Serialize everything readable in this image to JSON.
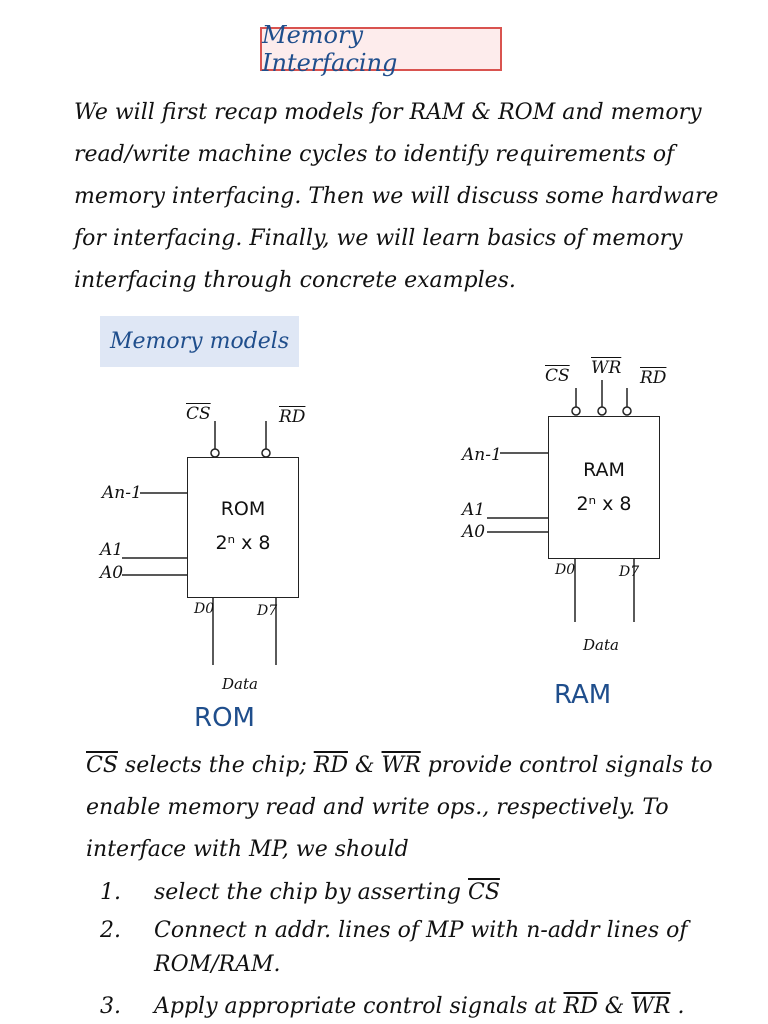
{
  "title": "Memory Interfacing",
  "intro": "We will first recap models for RAM & ROM and memory read/write machine cycles to identify requirements of memory interfacing. Then we will discuss some hardware for interfacing. Finally, we will learn basics of memory interfacing through concrete examples.",
  "section_heading": "Memory models",
  "rom": {
    "cs": "CS",
    "rd": "RD",
    "addr_high": "An-1",
    "a1": "A1",
    "a0": "A0",
    "name": "ROM",
    "size": "2ⁿ x 8",
    "d0": "D0",
    "d7": "D7",
    "data": "Data",
    "caption": "ROM"
  },
  "ram": {
    "cs": "CS",
    "wr": "WR",
    "rd": "RD",
    "addr_high": "An-1",
    "a1": "A1",
    "a0": "A0",
    "name": "RAM",
    "size": "2ⁿ x 8",
    "d0": "D0",
    "d7": "D7",
    "data": "Data",
    "caption": "RAM"
  },
  "explanation": {
    "line1_cs": "CS",
    "line1_a": " selects the chip; ",
    "line1_rd": "RD",
    "line1_b": " & ",
    "line1_wr": "WR",
    "line1_c": " provide control signals to enable memory read and write ops., respectively. To interface with MP, we should"
  },
  "steps": [
    {
      "num": "1.",
      "text": "select the chip by asserting ",
      "signal": "CS"
    },
    {
      "num": "2.",
      "text": "Connect n addr. lines of MP with n-addr lines of ROM/RAM."
    },
    {
      "num": "3.",
      "text": "Apply appropriate control signals at ",
      "signal": "RD",
      "mid": " & ",
      "signal2": "WR",
      "end": " ."
    }
  ]
}
